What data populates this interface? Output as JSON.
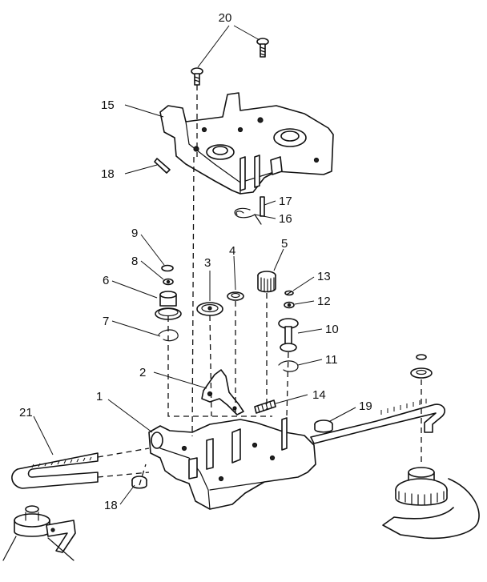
{
  "callouts": [
    {
      "id": "1",
      "text": "1"
    },
    {
      "id": "2",
      "text": "2"
    },
    {
      "id": "3",
      "text": "3"
    },
    {
      "id": "4",
      "text": "4"
    },
    {
      "id": "5",
      "text": "5"
    },
    {
      "id": "6",
      "text": "6"
    },
    {
      "id": "7",
      "text": "7"
    },
    {
      "id": "8",
      "text": "8"
    },
    {
      "id": "9",
      "text": "9"
    },
    {
      "id": "10",
      "text": "10"
    },
    {
      "id": "11",
      "text": "11"
    },
    {
      "id": "12",
      "text": "12"
    },
    {
      "id": "13",
      "text": "13"
    },
    {
      "id": "14",
      "text": "14"
    },
    {
      "id": "15",
      "text": "15"
    },
    {
      "id": "16",
      "text": "16"
    },
    {
      "id": "17",
      "text": "17"
    },
    {
      "id": "18a",
      "text": "18"
    },
    {
      "id": "18b",
      "text": "18"
    },
    {
      "id": "19",
      "text": "19"
    },
    {
      "id": "20",
      "text": "20"
    },
    {
      "id": "21",
      "text": "21"
    }
  ]
}
